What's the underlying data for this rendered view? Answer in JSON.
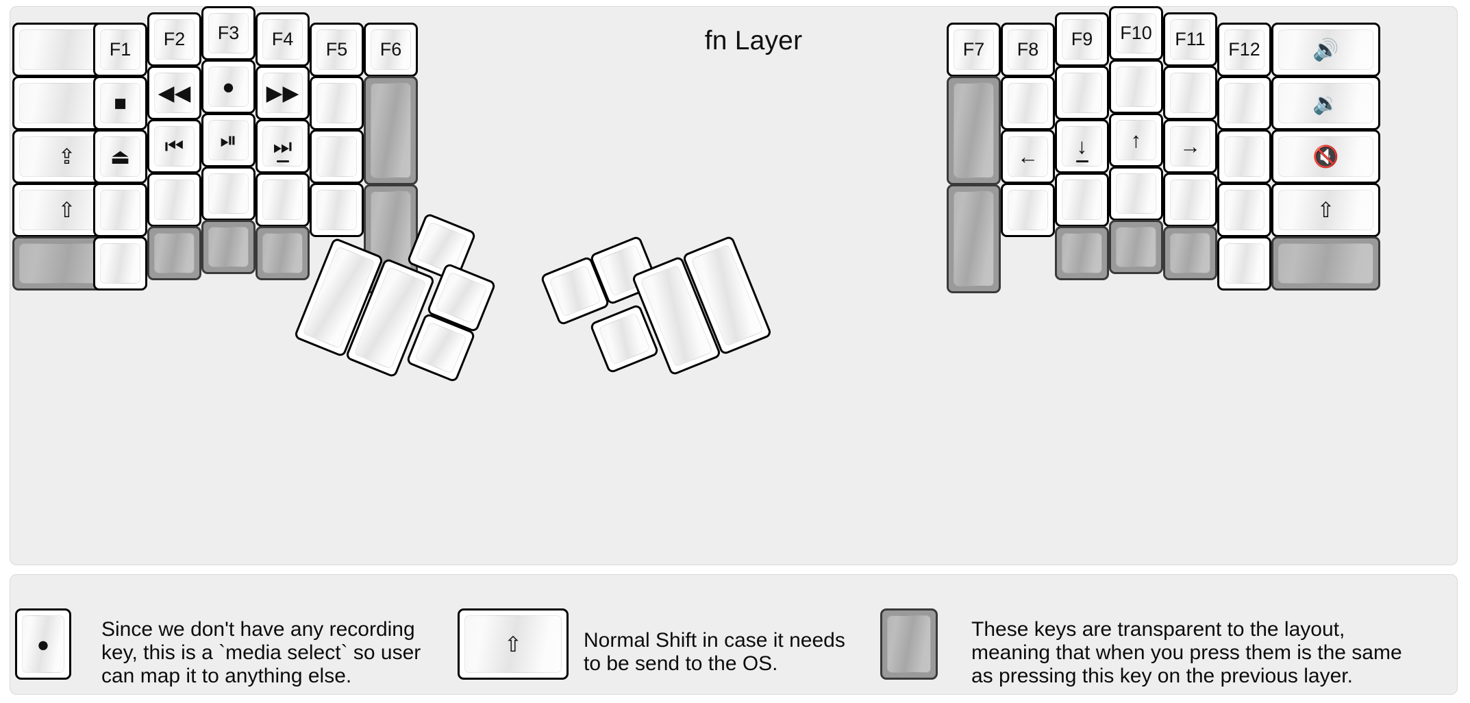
{
  "title": "fn Layer",
  "colors": {
    "background": "#eeeeee",
    "key_face": "#ffffff",
    "key_border": "#000000",
    "transparent_key": "#9a9a9a",
    "text": "#111111"
  },
  "icons": {
    "record": "●",
    "stop": "■",
    "eject": "⏏",
    "rewind": "◀◀",
    "fast_forward": "▶▶",
    "prev_track": "⏮",
    "play_pause": "⏯",
    "next_track": "⏭",
    "caps_lock": "⇪",
    "shift": "⇧",
    "arrow_left": "←",
    "arrow_down": "↓",
    "arrow_up": "↑",
    "arrow_right": "→",
    "volume_up": "🔊",
    "volume_down": "🔉",
    "volume_mute": "🔇"
  },
  "left_half": {
    "columns": [
      {
        "name": "outer-pinky",
        "keys": [
          {
            "label": "",
            "type": "normal",
            "w": 1.5
          },
          {
            "label": "",
            "type": "normal",
            "w": 1.5
          },
          {
            "label": "⇪",
            "type": "normal",
            "w": 1.5,
            "icon": "caps-lock-icon"
          },
          {
            "label": "⇧",
            "type": "normal",
            "w": 1.5,
            "icon": "shift-icon"
          },
          {
            "label": "",
            "type": "transparent",
            "w": 1.5
          }
        ]
      },
      {
        "name": "pinky",
        "keys": [
          {
            "label": "F1",
            "type": "normal"
          },
          {
            "label": "■",
            "type": "normal",
            "icon": "stop-icon"
          },
          {
            "label": "⏏",
            "type": "normal",
            "icon": "eject-icon"
          },
          {
            "label": "",
            "type": "normal"
          },
          {
            "label": "",
            "type": "normal"
          }
        ]
      },
      {
        "name": "ring",
        "keys": [
          {
            "label": "F2",
            "type": "normal"
          },
          {
            "label": "◀◀",
            "type": "normal",
            "icon": "rewind-icon"
          },
          {
            "label": "⏮",
            "type": "normal",
            "icon": "previous-track-icon"
          },
          {
            "label": "",
            "type": "normal"
          },
          {
            "label": "",
            "type": "transparent"
          }
        ]
      },
      {
        "name": "middle",
        "keys": [
          {
            "label": "F3",
            "type": "normal"
          },
          {
            "label": "●",
            "type": "normal",
            "icon": "record-icon"
          },
          {
            "label": "⏯",
            "type": "normal",
            "icon": "play-pause-icon"
          },
          {
            "label": "",
            "type": "normal"
          },
          {
            "label": "",
            "type": "transparent"
          }
        ]
      },
      {
        "name": "index",
        "keys": [
          {
            "label": "F4",
            "type": "normal"
          },
          {
            "label": "▶▶",
            "type": "normal",
            "icon": "fast-forward-icon"
          },
          {
            "label": "⏭",
            "type": "normal",
            "icon": "next-track-icon",
            "nub": true
          },
          {
            "label": "",
            "type": "normal"
          },
          {
            "label": "",
            "type": "transparent"
          }
        ]
      },
      {
        "name": "inner-index",
        "keys": [
          {
            "label": "F5",
            "type": "normal"
          },
          {
            "label": "",
            "type": "normal"
          },
          {
            "label": "",
            "type": "normal"
          },
          {
            "label": "",
            "type": "normal"
          }
        ]
      },
      {
        "name": "inner-extra",
        "keys": [
          {
            "label": "F6",
            "type": "normal"
          },
          {
            "label": "",
            "type": "transparent",
            "h": 1.5
          },
          {
            "label": "",
            "type": "transparent",
            "h": 1.5
          }
        ]
      }
    ],
    "thumb_cluster": [
      {
        "label": "",
        "type": "normal",
        "size": "2u"
      },
      {
        "label": "",
        "type": "normal",
        "size": "2u"
      },
      {
        "label": "",
        "type": "normal",
        "size": "1u"
      },
      {
        "label": "",
        "type": "normal",
        "size": "1u"
      },
      {
        "label": "",
        "type": "normal",
        "size": "1u"
      }
    ]
  },
  "right_half": {
    "columns": [
      {
        "name": "inner-extra",
        "keys": [
          {
            "label": "F7",
            "type": "normal"
          },
          {
            "label": "",
            "type": "transparent",
            "h": 1.5
          },
          {
            "label": "",
            "type": "transparent",
            "h": 1.5
          }
        ]
      },
      {
        "name": "inner-index",
        "keys": [
          {
            "label": "F8",
            "type": "normal"
          },
          {
            "label": "",
            "type": "normal"
          },
          {
            "label": "←",
            "type": "normal",
            "icon": "arrow-left-icon"
          },
          {
            "label": "",
            "type": "normal"
          }
        ]
      },
      {
        "name": "index",
        "keys": [
          {
            "label": "F9",
            "type": "normal"
          },
          {
            "label": "",
            "type": "normal"
          },
          {
            "label": "↓",
            "type": "normal",
            "icon": "arrow-down-icon",
            "nub": true
          },
          {
            "label": "",
            "type": "normal"
          },
          {
            "label": "",
            "type": "transparent"
          }
        ]
      },
      {
        "name": "middle",
        "keys": [
          {
            "label": "F10",
            "type": "normal"
          },
          {
            "label": "",
            "type": "normal"
          },
          {
            "label": "↑",
            "type": "normal",
            "icon": "arrow-up-icon"
          },
          {
            "label": "",
            "type": "normal"
          },
          {
            "label": "",
            "type": "transparent"
          }
        ]
      },
      {
        "name": "ring",
        "keys": [
          {
            "label": "F11",
            "type": "normal"
          },
          {
            "label": "",
            "type": "normal"
          },
          {
            "label": "→",
            "type": "normal",
            "icon": "arrow-right-icon"
          },
          {
            "label": "",
            "type": "normal"
          },
          {
            "label": "",
            "type": "transparent"
          }
        ]
      },
      {
        "name": "pinky",
        "keys": [
          {
            "label": "F12",
            "type": "normal"
          },
          {
            "label": "",
            "type": "normal"
          },
          {
            "label": "",
            "type": "normal"
          },
          {
            "label": "",
            "type": "normal"
          },
          {
            "label": "",
            "type": "normal"
          }
        ]
      },
      {
        "name": "outer-pinky",
        "keys": [
          {
            "label": "🔊",
            "type": "normal",
            "w": 1.5,
            "icon": "volume-up-icon"
          },
          {
            "label": "🔉",
            "type": "normal",
            "w": 1.5,
            "icon": "volume-down-icon"
          },
          {
            "label": "🔇",
            "type": "normal",
            "w": 1.5,
            "icon": "volume-mute-icon"
          },
          {
            "label": "⇧",
            "type": "normal",
            "w": 1.5,
            "icon": "shift-icon"
          },
          {
            "label": "",
            "type": "transparent",
            "w": 1.5
          }
        ]
      }
    ],
    "thumb_cluster": [
      {
        "label": "",
        "type": "normal",
        "size": "1u"
      },
      {
        "label": "",
        "type": "normal",
        "size": "1u"
      },
      {
        "label": "",
        "type": "normal",
        "size": "1u"
      },
      {
        "label": "",
        "type": "normal",
        "size": "2u"
      },
      {
        "label": "",
        "type": "normal",
        "size": "2u"
      }
    ]
  },
  "legend_items": [
    {
      "key_glyph": "●",
      "key_icon": "record-icon",
      "key_type": "normal",
      "text": "Since we don't have any recording\nkey, this is a `media select` so user\ncan map it to anything else."
    },
    {
      "key_glyph": "⇧",
      "key_icon": "shift-icon",
      "key_type": "normal",
      "text": "Normal Shift in case it needs\nto be send to the OS."
    },
    {
      "key_glyph": "",
      "key_icon": "transparent-key-icon",
      "key_type": "transparent",
      "text": "These keys are transparent to the layout,\nmeaning that when you press them is the same\nas pressing this key on the previous layer."
    }
  ]
}
